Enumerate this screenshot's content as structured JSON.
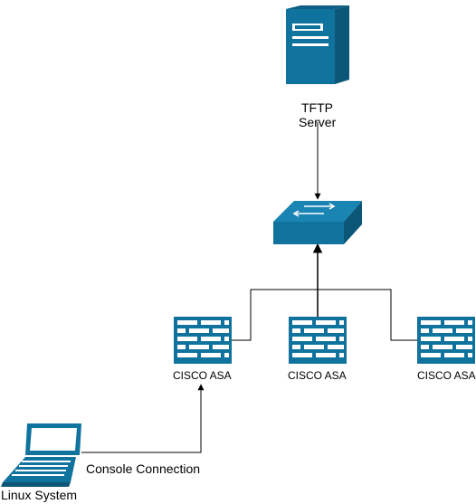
{
  "diagram": {
    "nodes": {
      "tftp_server": {
        "label_line1": "TFTP",
        "label_line2": "Server",
        "icon": "server-tower-icon"
      },
      "switch": {
        "icon": "network-switch-icon"
      },
      "asa_left": {
        "label": "CISCO ASA",
        "icon": "firewall-icon"
      },
      "asa_center": {
        "label": "CISCO ASA",
        "icon": "firewall-icon"
      },
      "asa_right": {
        "label": "CISCO ASA",
        "icon": "firewall-icon"
      },
      "linux": {
        "label": "Linux System",
        "icon": "laptop-icon"
      }
    },
    "edges": {
      "console": {
        "label": "Console Connection"
      }
    },
    "colors": {
      "icon_fill": "#10739E",
      "icon_light": "#ffffff",
      "line": "#000000"
    }
  }
}
